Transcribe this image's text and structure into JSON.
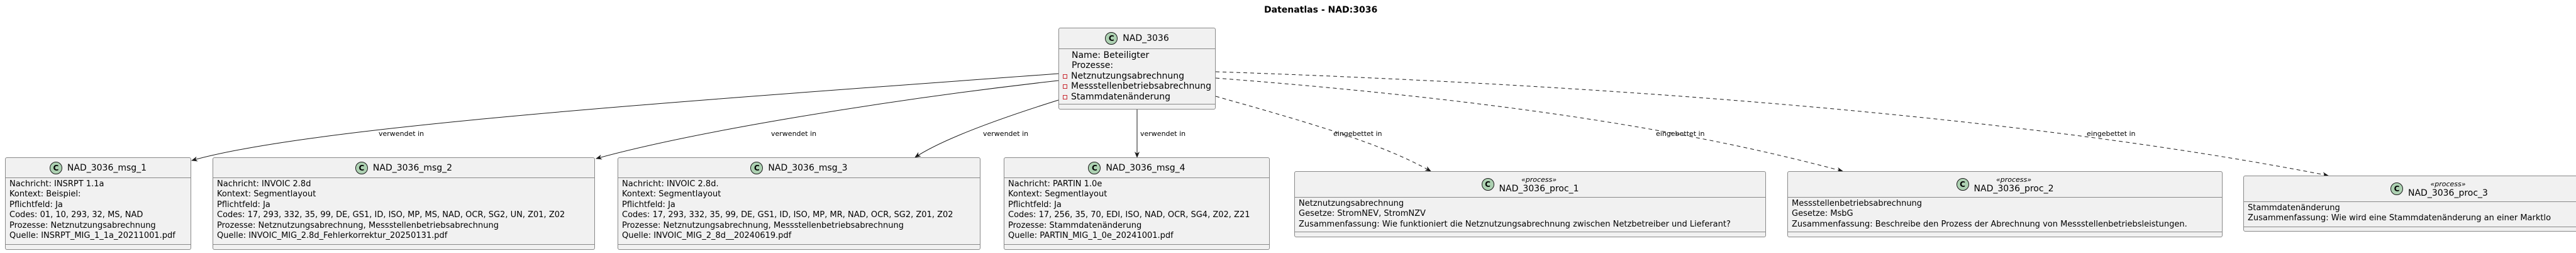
{
  "title": "Datenatlas - NAD:3036",
  "main_class": {
    "name": "NAD_3036",
    "icon": "class-spot-C",
    "spot_letter": "C",
    "lines": [
      "Name: Beteiligter",
      "Prozesse:"
    ],
    "members": [
      "Netznutzungsabrechnung",
      "Messstellenbetriebsabrechnung",
      "Stammdatenänderung"
    ]
  },
  "messages": [
    {
      "name": "NAD_3036_msg_1",
      "lines": [
        "Nachricht: INSRPT 1.1a",
        "Kontext: Beispiel:",
        "Pflichtfeld: Ja",
        "Codes: 01, 10, 293, 32, MS, NAD",
        "Prozesse: Netznutzungsabrechnung",
        "Quelle: INSRPT_MIG_1_1a_20211001.pdf"
      ]
    },
    {
      "name": "NAD_3036_msg_2",
      "lines": [
        "Nachricht: INVOIC 2.8d",
        "Kontext: Segmentlayout",
        "Pflichtfeld: Ja",
        "Codes: 17, 293, 332, 35, 99, DE, GS1, ID, ISO, MP, MS, NAD, OCR, SG2, UN, Z01, Z02",
        "Prozesse: Netznutzungsabrechnung, Messstellenbetriebsabrechnung",
        "Quelle: INVOIC_MIG_2.8d_Fehlerkorrektur_20250131.pdf"
      ]
    },
    {
      "name": "NAD_3036_msg_3",
      "lines": [
        "Nachricht: INVOIC 2.8d.",
        "Kontext: Segmentlayout",
        "Pflichtfeld: Ja",
        "Codes: 17, 293, 332, 35, 99, DE, GS1, ID, ISO, MP, MR, NAD, OCR, SG2, Z01, Z02",
        "Prozesse: Netznutzungsabrechnung, Messstellenbetriebsabrechnung",
        "Quelle: INVOIC_MIG_2_8d__20240619.pdf"
      ]
    },
    {
      "name": "NAD_3036_msg_4",
      "lines": [
        "Nachricht: PARTIN 1.0e",
        "Kontext: Segmentlayout",
        "Pflichtfeld: Ja",
        "Codes: 17, 256, 35, 70, EDI, ISO, NAD, OCR, SG4, Z02, Z21",
        "Prozesse: Stammdatenänderung",
        "Quelle: PARTIN_MIG_1_0e_20241001.pdf"
      ]
    }
  ],
  "processes": [
    {
      "stereotype": "«process»",
      "name": "NAD_3036_proc_1",
      "lines": [
        "Netznutzungsabrechnung",
        "Gesetze: StromNEV, StromNZV",
        "Zusammenfassung: Wie funktioniert die Netznutzungsabrechnung zwischen Netzbetreiber und Lieferant?"
      ]
    },
    {
      "stereotype": "«process»",
      "name": "NAD_3036_proc_2",
      "lines": [
        "Messstellenbetriebsabrechnung",
        "Gesetze: MsbG",
        "Zusammenfassung: Beschreibe den Prozess der Abrechnung von Messstellenbetriebsleistungen."
      ]
    },
    {
      "stereotype": "«process»",
      "name": "NAD_3036_proc_3",
      "lines": [
        "Stammdatenänderung",
        "Zusammenfassung: Wie wird eine Stammdatenänderung an einer Marktlo"
      ]
    }
  ],
  "edges": {
    "used_in": "verwendet in",
    "embedded_in": "eingebettet in"
  },
  "colors": {
    "box_fill": "#f1f1f1",
    "spot_fill": "#add1b2",
    "private_marker": "#c82930"
  }
}
